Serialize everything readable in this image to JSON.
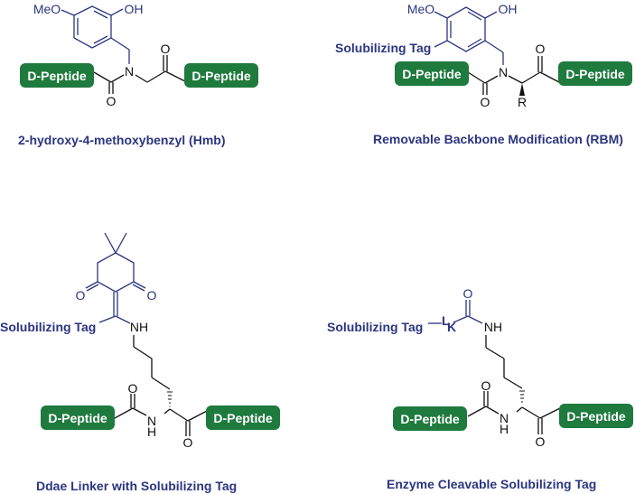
{
  "colors": {
    "peptide_box": "#1f7a3e",
    "label": "#2b3580",
    "bond": "#111111"
  },
  "peptide_label": "D-Peptide",
  "atoms": {
    "methoxy": "MeO",
    "hydroxyl": "OH",
    "nitrogen": "N",
    "oxygen": "O",
    "r_group": "R",
    "amine": "NH",
    "hydrogen": "H",
    "lysine": "K",
    "lysine_prefix": "L"
  },
  "tag_label": "Solubilizing Tag",
  "panels": [
    {
      "caption": "2-hydroxy-4-methoxybenzyl (Hmb)"
    },
    {
      "caption": "Removable Backbone Modification (RBM)"
    },
    {
      "caption": "Ddae Linker with Solubilizing Tag"
    },
    {
      "caption": "Enzyme Cleavable Solubilizing Tag"
    }
  ]
}
